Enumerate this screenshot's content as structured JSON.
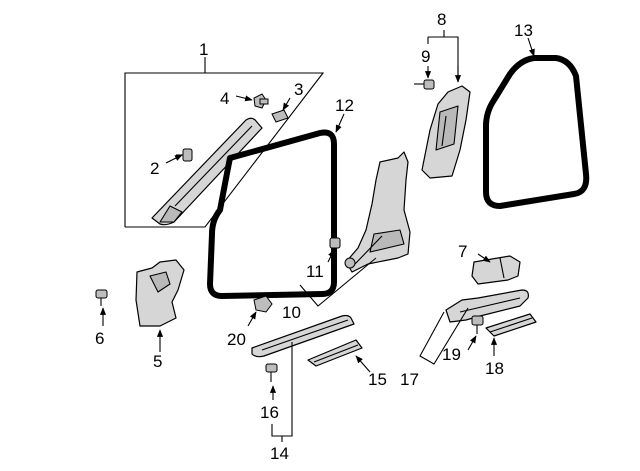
{
  "callouts": {
    "n1": "1",
    "n2": "2",
    "n3": "3",
    "n4": "4",
    "n5": "5",
    "n6": "6",
    "n7": "7",
    "n8": "8",
    "n9": "9",
    "n10": "10",
    "n11": "11",
    "n12": "12",
    "n13": "13",
    "n14": "14",
    "n15": "15",
    "n16": "16",
    "n17": "17",
    "n18": "18",
    "n19": "19",
    "n20": "20"
  }
}
